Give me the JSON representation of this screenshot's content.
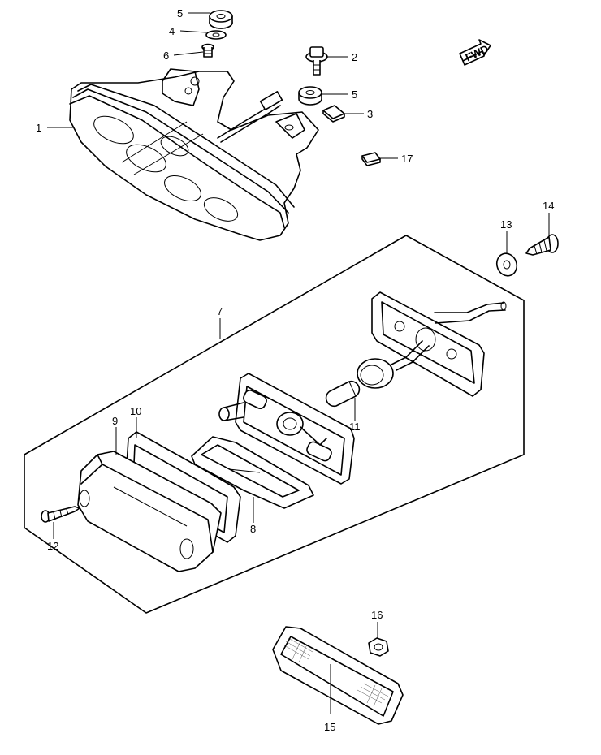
{
  "parts": [
    {
      "id": "p1",
      "name": "rear-combination-lamp",
      "number": "1"
    },
    {
      "id": "p2",
      "name": "screw-with-washer",
      "number": "2"
    },
    {
      "id": "p3",
      "name": "clip-nut",
      "number": "3"
    },
    {
      "id": "p4",
      "name": "washer",
      "number": "4"
    },
    {
      "id": "p5a",
      "name": "grommet-top",
      "number": "5"
    },
    {
      "id": "p5b",
      "name": "grommet-right",
      "number": "5"
    },
    {
      "id": "p6",
      "name": "bolt",
      "number": "6"
    },
    {
      "id": "p7",
      "name": "license-lamp-assembly",
      "number": "7"
    },
    {
      "id": "p8",
      "name": "lamp-lens-inner",
      "number": "8"
    },
    {
      "id": "p9",
      "name": "license-lamp-lens",
      "number": "9"
    },
    {
      "id": "p10",
      "name": "lens-gasket",
      "number": "10"
    },
    {
      "id": "p11",
      "name": "bulb-socket",
      "number": "11"
    },
    {
      "id": "p12",
      "name": "lens-screw",
      "number": "12"
    },
    {
      "id": "p13",
      "name": "washer-small",
      "number": "13"
    },
    {
      "id": "p14",
      "name": "tapping-screw",
      "number": "14"
    },
    {
      "id": "p15",
      "name": "reflector",
      "number": "15"
    },
    {
      "id": "p16",
      "name": "nut",
      "number": "16"
    },
    {
      "id": "p17",
      "name": "cushion",
      "number": "17"
    }
  ],
  "fwd_label": "FWD"
}
